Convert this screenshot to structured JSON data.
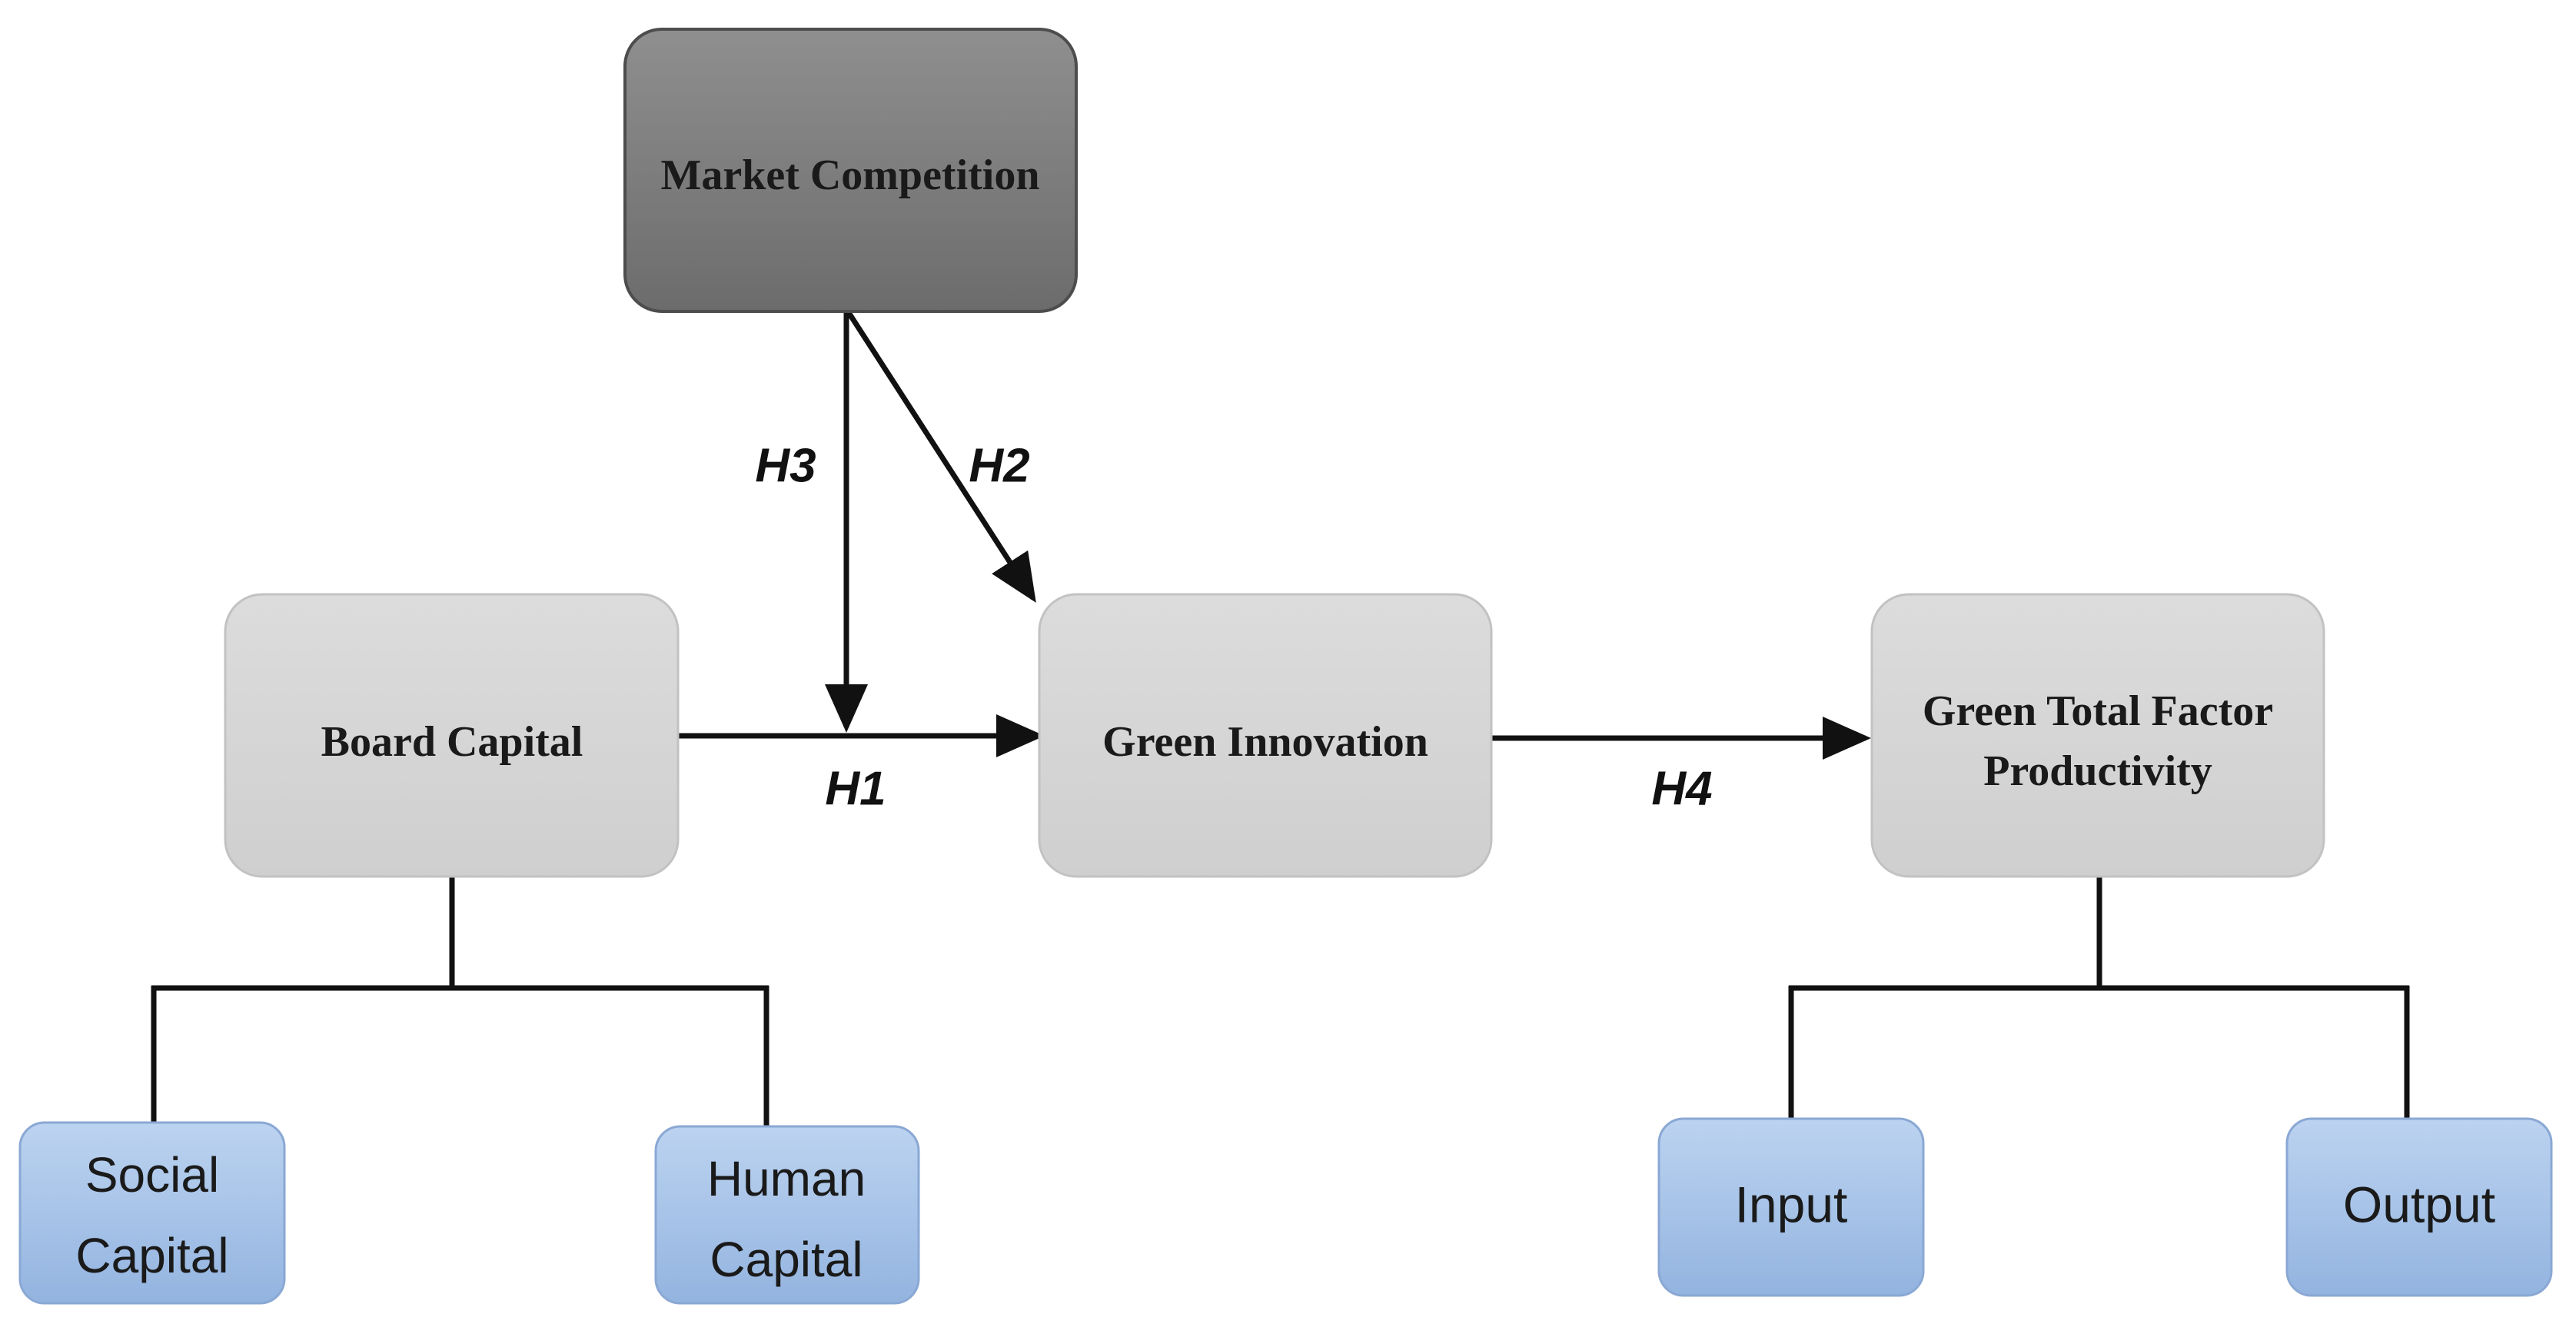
{
  "nodes": {
    "market_competition": "Market Competition",
    "board_capital": "Board Capital",
    "green_innovation": "Green Innovation",
    "gtfp_line1": "Green Total Factor",
    "gtfp_line2": "Productivity",
    "social_capital_line1": "Social",
    "social_capital_line2": "Capital",
    "human_capital_line1": "Human",
    "human_capital_line2": "Capital",
    "input": "Input",
    "output": "Output"
  },
  "hypotheses": {
    "h1": "H1",
    "h2": "H2",
    "h3": "H3",
    "h4": "H4"
  },
  "colors": {
    "dark_box": "#7a7a7a",
    "gray_box": "#d6d6d6",
    "blue_box": "#a9c4e8",
    "line": "#111111"
  }
}
